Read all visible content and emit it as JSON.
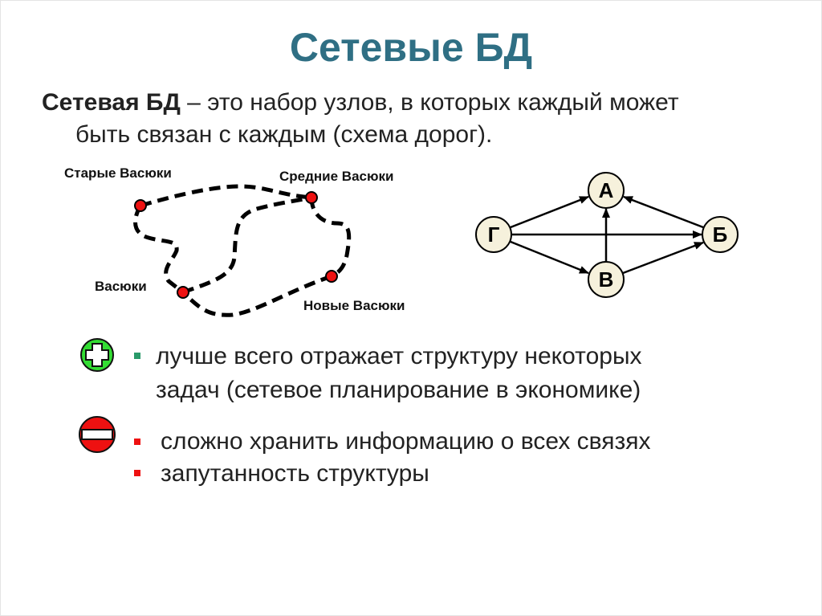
{
  "title": "Сетевые БД",
  "definition": {
    "term": "Сетевая БД",
    "line1_rest": " – это набор узлов, в которых каждый может",
    "line2": "быть связан с каждым (схема дорог)."
  },
  "map": {
    "labels": [
      "Старые Васюки",
      "Средние Васюки",
      "Васюки",
      "Новые Васюки"
    ]
  },
  "graph": {
    "nodes": [
      "А",
      "Г",
      "Б",
      "В"
    ],
    "edges": [
      [
        "Г",
        "А"
      ],
      [
        "Г",
        "Б"
      ],
      [
        "Г",
        "В"
      ],
      [
        "В",
        "А"
      ],
      [
        "В",
        "Б"
      ],
      [
        "Б",
        "А"
      ]
    ]
  },
  "pros": {
    "icon": "plus-icon",
    "items": [
      "лучше всего отражает структуру некоторых",
      "задач (сетевое планирование в экономике)"
    ]
  },
  "cons": {
    "icon": "minus-icon",
    "items": [
      "сложно хранить информацию о всех связях",
      "запутанность структуры"
    ]
  },
  "colors": {
    "title": "#2f6f84",
    "plus": "#33dd33",
    "minus": "#ee1111",
    "pro_bullet": "#2a9a6a",
    "con_bullet": "#ee1111",
    "node_fill": "#f6f1dc"
  }
}
